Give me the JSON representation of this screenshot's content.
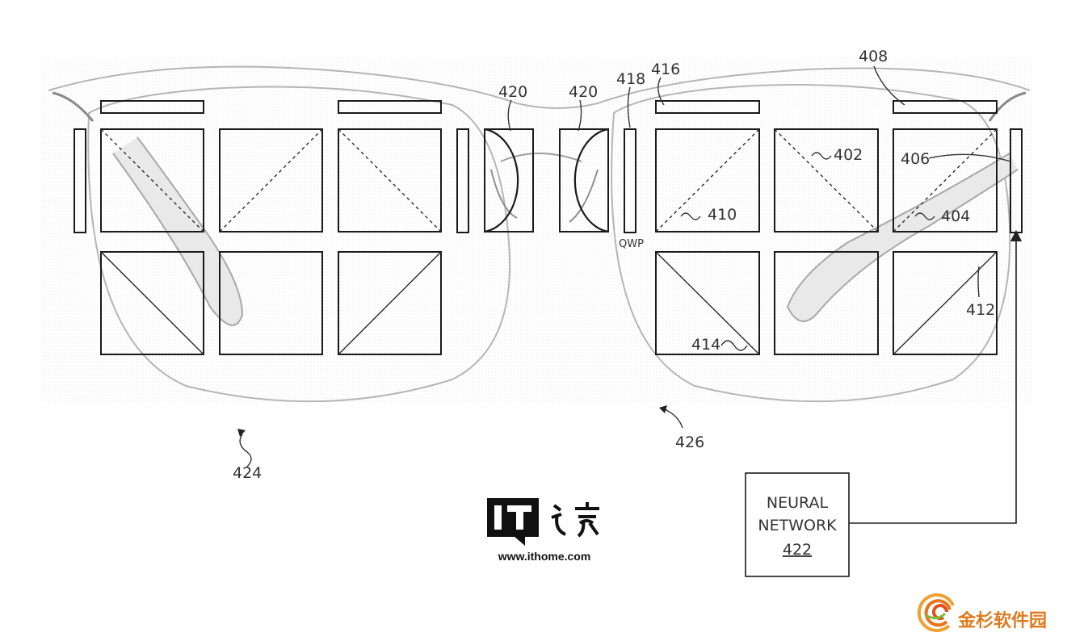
{
  "labels": {
    "l420a": "420",
    "l420b": "420",
    "l418": "418",
    "l416": "416",
    "l408": "408",
    "l402": "402",
    "l406": "406",
    "l410": "410",
    "l404": "404",
    "l412": "412",
    "l414": "414",
    "l424": "424",
    "l426": "426",
    "qwp": "QWP"
  },
  "neural_network": {
    "line1": "NEURAL",
    "line2": "NETWORK",
    "number": "422"
  },
  "logo": {
    "glyphs": "IT之家",
    "url": "www.ithome.com"
  },
  "watermark": {
    "text": "金杉软件园"
  }
}
